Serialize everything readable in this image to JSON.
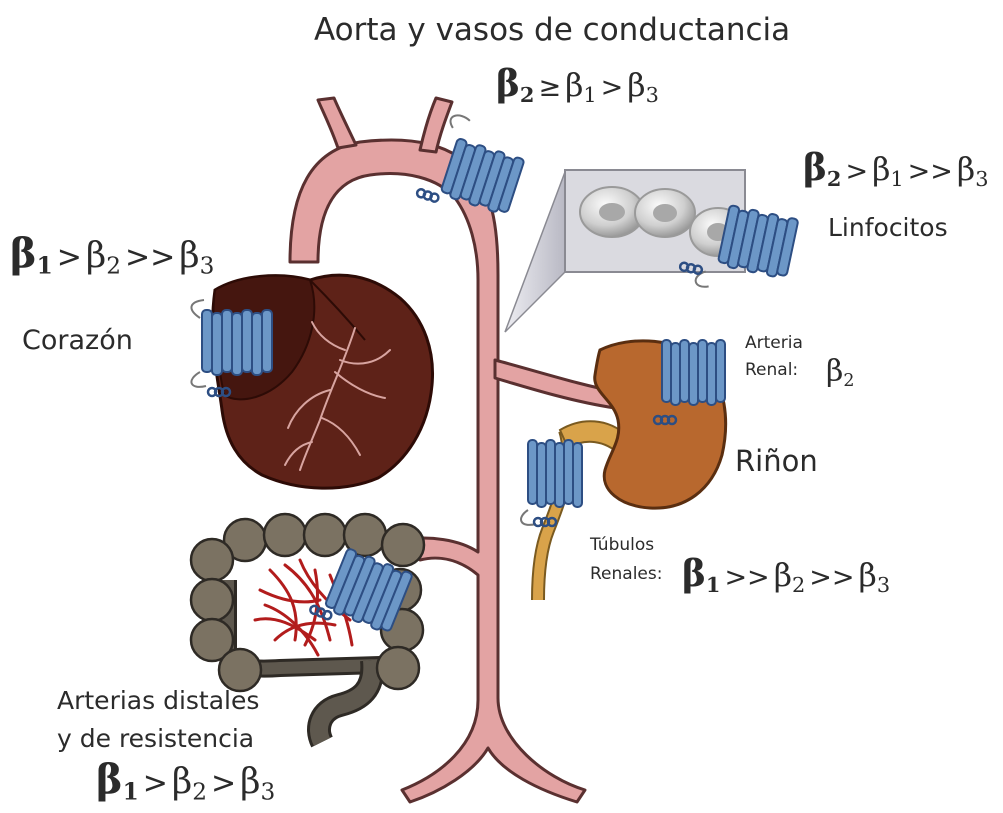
{
  "colors": {
    "vessel": "#e3a3a3",
    "vessel_stroke": "#5a3030",
    "heart": "#5e2218",
    "heart_dark": "#45160f",
    "kidney": "#b8682e",
    "ureter": "#d9a34a",
    "intestine": "#6e6556",
    "receptor": "#6c97c7",
    "receptor_dark": "#2d4e83",
    "capillary": "#b21c1c",
    "zoom_box": "#cfcfd8"
  },
  "labels": {
    "aorta_title": "Aorta y vasos de conductancia",
    "heart": "Corazón",
    "lymphocytes": "Linfocitos",
    "renal_artery_line1": "Arteria",
    "renal_artery_line2": "Renal:",
    "kidney": "Riñon",
    "tubules_line1": "Túbulos",
    "tubules_line2": "Renales:",
    "distal_line1": "Arterias distales",
    "distal_line2": "y de resistencia"
  },
  "relations": {
    "aorta": {
      "b1": "β",
      "s1": "2",
      "op1": "≥",
      "b2": "β",
      "s2": "1",
      "op2": ">",
      "b3": "β",
      "s3": "3"
    },
    "heart": {
      "b1": "β",
      "s1": "1",
      "op1": ">",
      "b2": "β",
      "s2": "2",
      "op2": ">>",
      "b3": "β",
      "s3": "3"
    },
    "lymphocytes": {
      "b1": "β",
      "s1": "2",
      "op1": ">",
      "b2": "β",
      "s2": "1",
      "op2": ">>",
      "b3": "β",
      "s3": "3"
    },
    "renal_artery": {
      "b1": "β",
      "s1": "2"
    },
    "tubules": {
      "b1": "β",
      "s1": "1",
      "op1": ">>",
      "b2": "β",
      "s2": "2",
      "op2": ">>",
      "b3": "β",
      "s3": "3"
    },
    "distal": {
      "b1": "β",
      "s1": "1",
      "op1": ">",
      "b2": "β",
      "s2": "2",
      "op2": ">",
      "b3": "β",
      "s3": "3"
    }
  }
}
